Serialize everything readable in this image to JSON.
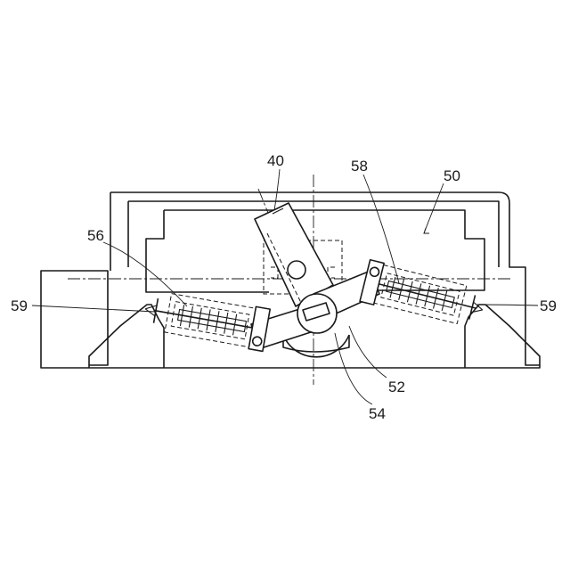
{
  "labels": {
    "ref_40": "40",
    "ref_50": "50",
    "ref_52": "52",
    "ref_54": "54",
    "ref_56": "56",
    "ref_58": "58",
    "ref_59_left": "59",
    "ref_59_right": "59"
  }
}
